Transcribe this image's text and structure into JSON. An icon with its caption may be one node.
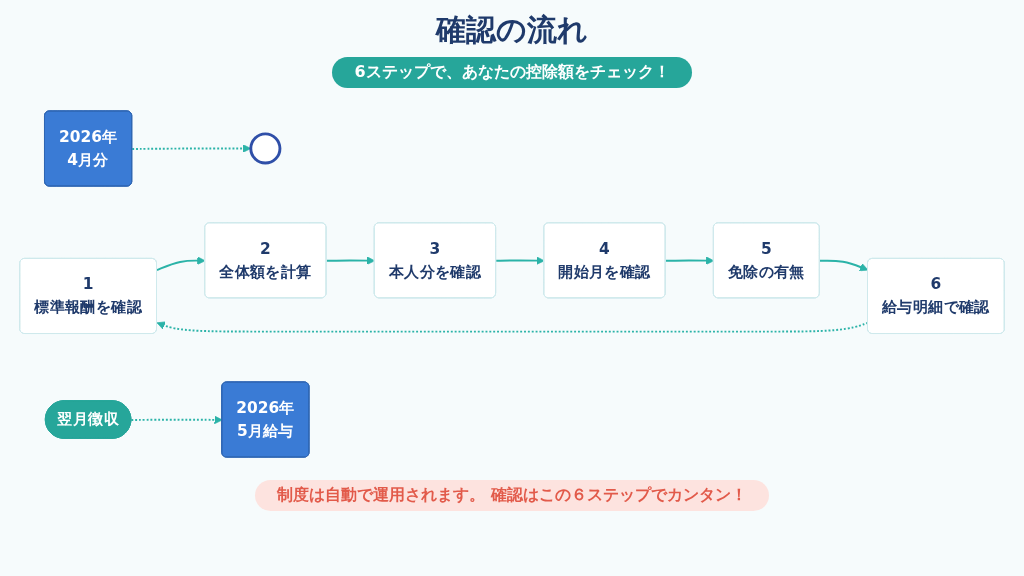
{
  "diagram": {
    "title": "確認の流れ",
    "nodes": [
      {
        "text": [
          "1",
          "標準報酬を確認"
        ]
      },
      {
        "text": [
          "2",
          "全体額を計算"
        ]
      },
      {
        "text": [
          "3",
          "本人分を確認"
        ]
      },
      {
        "text": [
          "4",
          "開始月を確認"
        ]
      },
      {
        "text": [
          "5",
          "免除の有無"
        ]
      },
      {
        "text": [
          "6",
          "給与明細で確認"
        ]
      },
      {
        "text": [
          "2026年",
          "4月分"
        ]
      },
      {
        "text": [],
        "shape": "circle"
      },
      {
        "text": [
          "翌月徴収"
        ]
      },
      {
        "text": [
          "2026年",
          "5月給与"
        ]
      }
    ],
    "edges": [
      {
        "from": 0,
        "to": 1,
        "arrow": "to"
      },
      {
        "from": 1,
        "to": 2,
        "arrow": "to"
      },
      {
        "from": 2,
        "to": 3,
        "arrow": "to"
      },
      {
        "from": 3,
        "to": 4,
        "arrow": "to"
      },
      {
        "from": 4,
        "to": 5,
        "arrow": "to"
      },
      {
        "from": 5,
        "to": 0,
        "arrow": "to",
        "style": "dashed"
      },
      {
        "from": 6,
        "to": 7,
        "arrow": "to",
        "style": "dashed"
      },
      {
        "from": 8,
        "to": 9,
        "arrow": "to",
        "style": "dashed"
      }
    ],
    "labels": [
      "6ステップで、あなたの控除額をチェック！",
      "制度は自動で運用されます。 確認はこの６ステップでカンタン！"
    ]
  }
}
